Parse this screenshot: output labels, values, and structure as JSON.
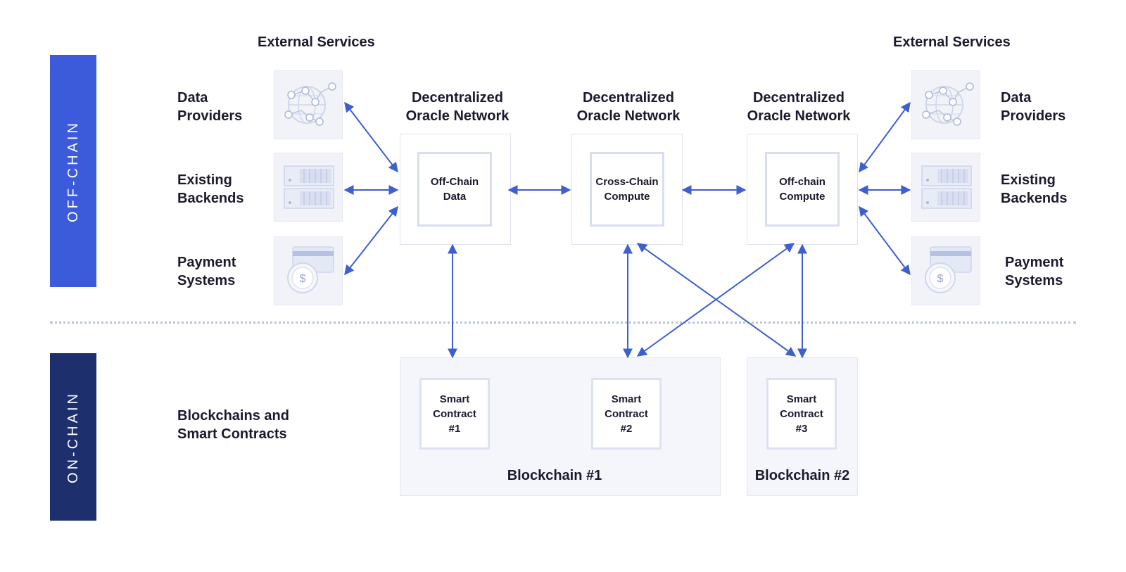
{
  "colors": {
    "offchain_band": "#3b5bdb",
    "onchain_band": "#1e2f6e",
    "arrow": "#3d5fd0",
    "tile_bg": "#f1f3f9"
  },
  "bands": {
    "offchain": "OFF-CHAIN",
    "onchain": "ON-CHAIN"
  },
  "external_services": {
    "left_title": "External Services",
    "right_title": "External Services"
  },
  "left_labels": {
    "data_providers": "Data\nProviders",
    "existing_backends": "Existing\nBackends",
    "payment_systems": "Payment\nSystems",
    "blockchains": "Blockchains and\nSmart Contracts"
  },
  "right_labels": {
    "data_providers": "Data\nProviders",
    "existing_backends": "Existing\nBackends",
    "payment_systems": "Payment\nSystems"
  },
  "icons": {
    "data": "network-globe-icon",
    "backend": "server-rack-icon",
    "payment": "coin-card-icon",
    "payment_symbol": "$"
  },
  "oracle_networks": [
    {
      "title": "Decentralized\nOracle Network",
      "node": "Off-Chain\nData"
    },
    {
      "title": "Decentralized\nOracle Network",
      "node": "Cross-Chain\nCompute"
    },
    {
      "title": "Decentralized\nOracle Network",
      "node": "Off-chain\nCompute"
    }
  ],
  "blockchains": [
    {
      "label": "Blockchain #1",
      "contracts": [
        "Smart\nContract\n#1",
        "Smart\nContract\n#2"
      ]
    },
    {
      "label": "Blockchain #2",
      "contracts": [
        "Smart\nContract\n#3"
      ]
    }
  ]
}
